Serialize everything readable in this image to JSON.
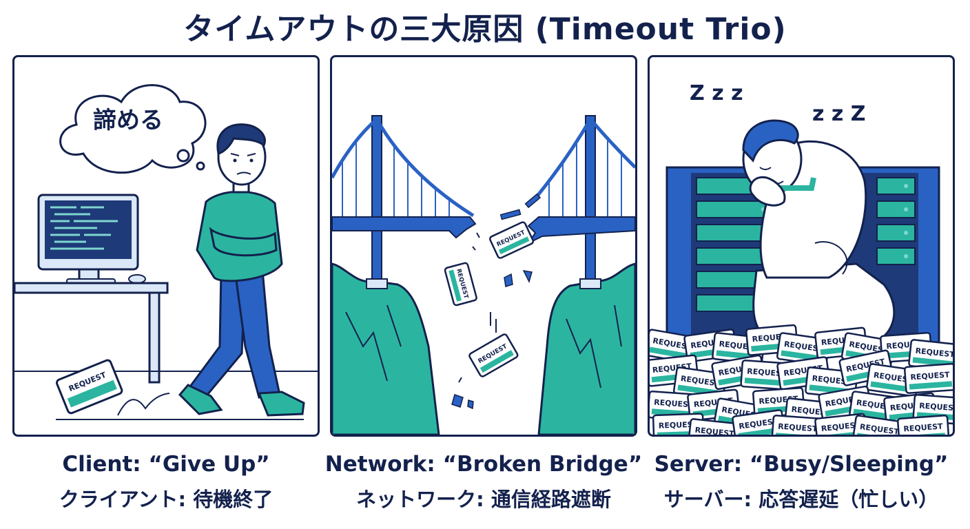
{
  "title": "タイムアウトの三大原因 (Timeout Trio)",
  "colors": {
    "navy": "#13214d",
    "blue": "#2a62c4",
    "teal": "#2bb5a0",
    "light_blue": "#dbe8f7",
    "white": "#ffffff"
  },
  "panels": [
    {
      "caption_en": "Client: “Give Up”",
      "caption_ja": "クライアント: 待機終了",
      "thought": "諦める",
      "card_label": "REQUEST"
    },
    {
      "caption_en": "Network: “Broken Bridge”",
      "caption_ja": "ネットワーク: 通信経路遮断",
      "card_label": "REQUEST"
    },
    {
      "caption_en": "Server: “Busy/Sleeping”",
      "caption_ja": "サーバー: 応答遅延（忙しい）",
      "snore_left": "Z z z",
      "snore_right": "z z Z",
      "card_label": "REQUEST"
    }
  ]
}
